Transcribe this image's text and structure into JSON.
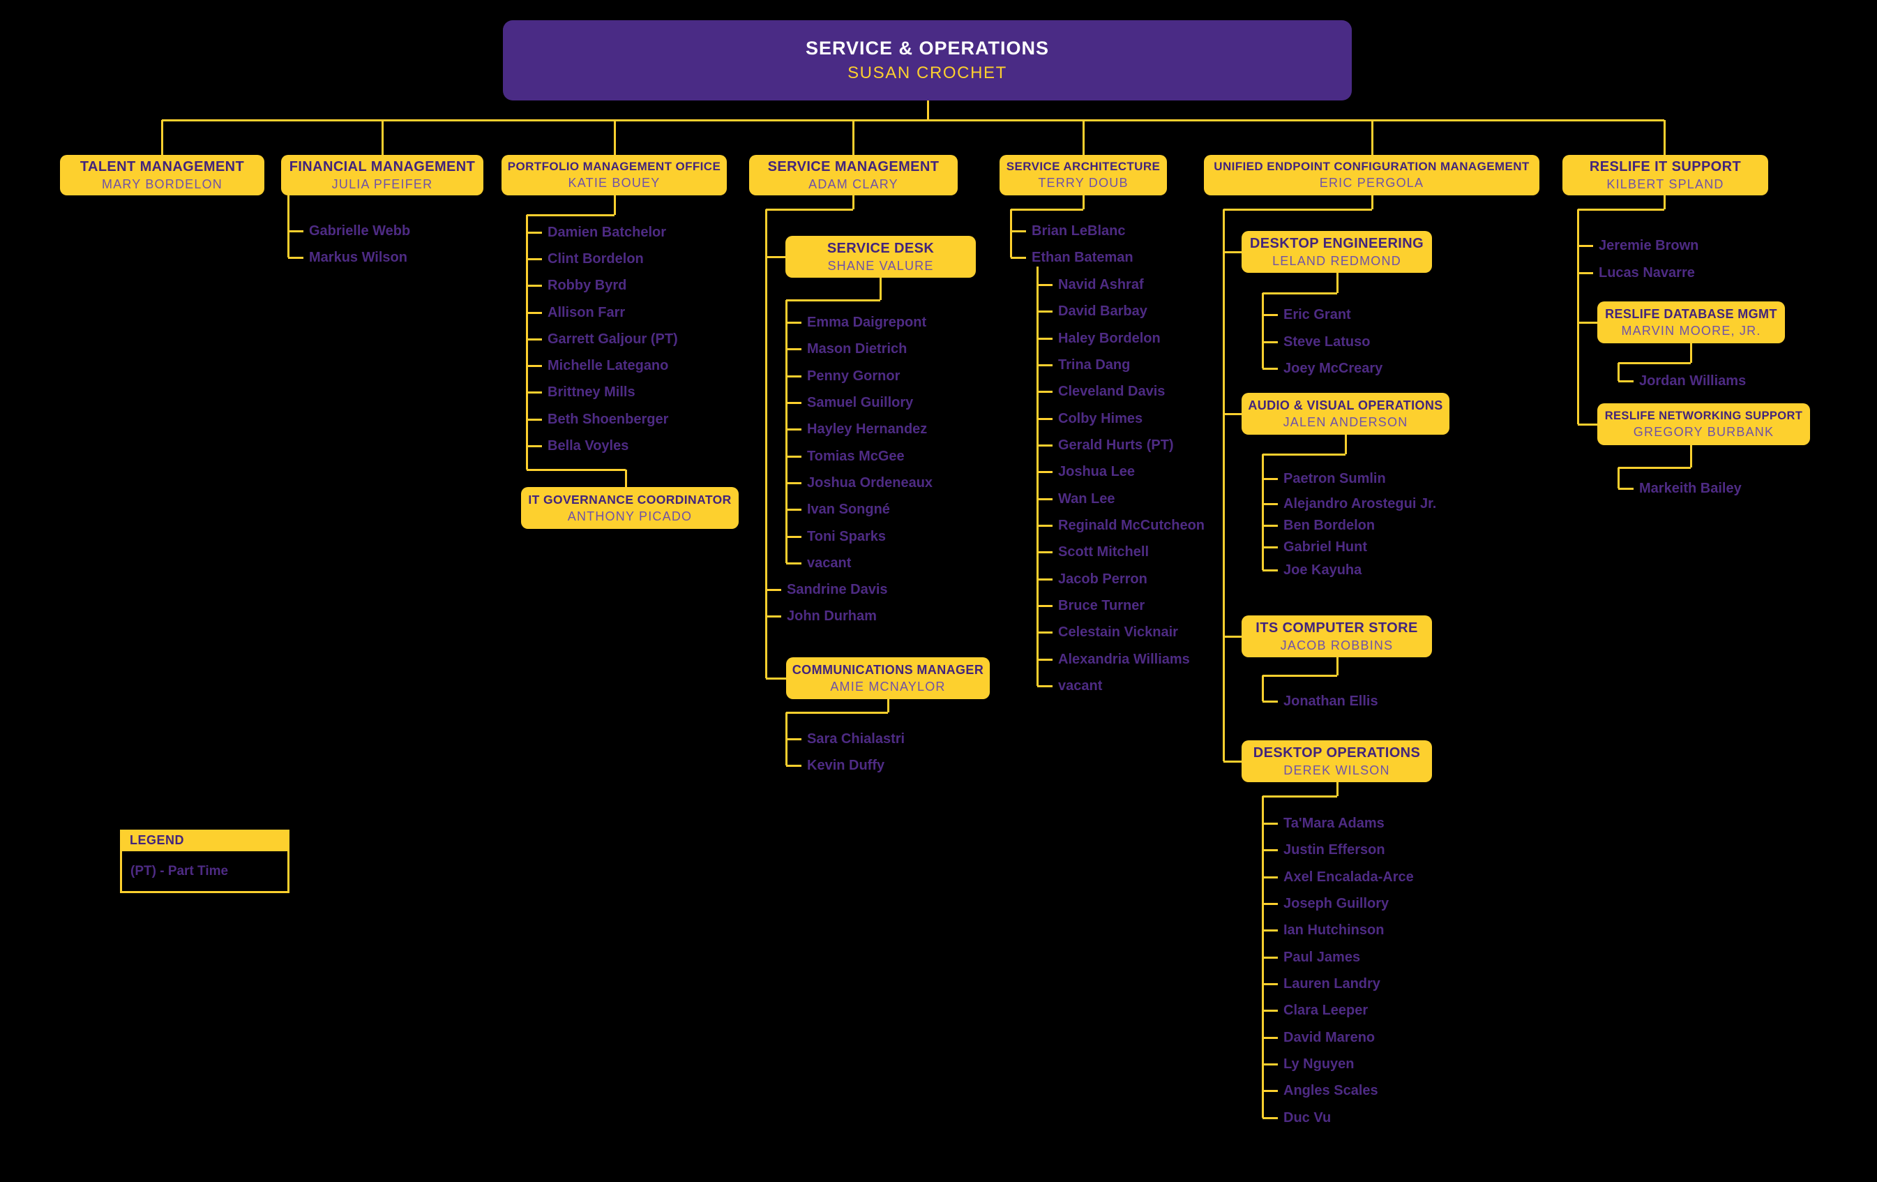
{
  "colors": {
    "purple": "#4A2B85",
    "gold": "#FDD02E",
    "box_title_text": "#42247C",
    "box_subname_text": "#6F51A8",
    "member_text": "#4E2B84",
    "background": "#000000",
    "root_title_text": "#FFFFFF"
  },
  "legend": {
    "title": "LEGEND",
    "entry": "(PT) - Part Time"
  },
  "org": {
    "root": {
      "title": "SERVICE & OPERATIONS",
      "name": "SUSAN CROCHET"
    },
    "top_row": [
      {
        "id": "talent",
        "title": "TALENT MANAGEMENT",
        "name": "MARY BORDELON"
      },
      {
        "id": "financial",
        "title": "FINANCIAL MANAGEMENT",
        "name": "JULIA PFEIFER"
      },
      {
        "id": "pmo",
        "title": "PORTFOLIO MANAGEMENT OFFICE",
        "name": "KATIE BOUEY"
      },
      {
        "id": "svcmgmt",
        "title": "SERVICE MANAGEMENT",
        "name": "ADAM CLARY"
      },
      {
        "id": "svcarch",
        "title": "SERVICE ARCHITECTURE",
        "name": "TERRY DOUB"
      },
      {
        "id": "uecm",
        "title": "UNIFIED ENDPOINT CONFIGURATION MANAGEMENT",
        "name": "ERIC PERGOLA"
      },
      {
        "id": "reslife",
        "title": "RESLIFE IT SUPPORT",
        "name": "KILBERT SPLAND"
      }
    ],
    "sub_boxes": [
      {
        "id": "itgov",
        "title": "IT GOVERNANCE COORDINATOR",
        "name": "ANTHONY PICADO"
      },
      {
        "id": "svcdesk",
        "title": "SERVICE DESK",
        "name": "SHANE VALURE"
      },
      {
        "id": "comms",
        "title": "COMMUNICATIONS MANAGER",
        "name": "AMIE MCNAYLOR"
      },
      {
        "id": "deskeng",
        "title": "DESKTOP ENGINEERING",
        "name": "LELAND REDMOND"
      },
      {
        "id": "av",
        "title": "AUDIO & VISUAL OPERATIONS",
        "name": "JALEN ANDERSON"
      },
      {
        "id": "store",
        "title": "ITS COMPUTER STORE",
        "name": "JACOB ROBBINS"
      },
      {
        "id": "deskops",
        "title": "DESKTOP OPERATIONS",
        "name": "DEREK WILSON"
      },
      {
        "id": "resdb",
        "title": "RESLIFE DATABASE MGMT",
        "name": "MARVIN MOORE, JR."
      },
      {
        "id": "resnet",
        "title": "RESLIFE NETWORKING SUPPORT",
        "name": "GREGORY BURBANK"
      }
    ],
    "member_lists": {
      "financial": [
        "Gabrielle Webb",
        "Markus Wilson"
      ],
      "pmo": [
        "Damien Batchelor",
        "Clint Bordelon",
        "Robby Byrd",
        "Allison Farr",
        "Garrett Galjour (PT)",
        "Michelle Lategano",
        "Brittney Mills",
        "Beth Shoenberger",
        "Bella Voyles"
      ],
      "svcmgmt": [
        "Sandrine Davis",
        "John Durham"
      ],
      "svcdesk": [
        "Emma Daigrepont",
        "Mason Dietrich",
        "Penny Gornor",
        "Samuel Guillory",
        "Hayley Hernandez",
        "Tomias McGee",
        "Joshua Ordeneaux",
        "Ivan Songné",
        "Toni Sparks",
        "vacant"
      ],
      "comms": [
        "Sara Chialastri",
        "Kevin Duffy"
      ],
      "svcarch": [
        "Brian LeBlanc",
        "Ethan Bateman"
      ],
      "ethan": [
        "Navid Ashraf",
        "David Barbay",
        "Haley Bordelon",
        "Trina Dang",
        "Cleveland Davis",
        "Colby Himes",
        "Gerald Hurts (PT)",
        "Joshua Lee",
        "Wan Lee",
        "Reginald McCutcheon",
        "Scott Mitchell",
        "Jacob Perron",
        "Bruce Turner",
        "Celestain Vicknair",
        "Alexandria Williams",
        "vacant"
      ],
      "deskeng": [
        "Eric Grant",
        "Steve Latuso",
        "Joey McCreary"
      ],
      "av": [
        "Paetron Sumlin",
        "Alejandro Arostegui Jr.",
        "Ben Bordelon",
        "Gabriel Hunt",
        "Joe Kayuha"
      ],
      "store": [
        "Jonathan Ellis"
      ],
      "deskops": [
        "Ta'Mara Adams",
        "Justin Efferson",
        "Axel Encalada-Arce",
        "Joseph Guillory",
        "Ian Hutchinson",
        "Paul James",
        "Lauren Landry",
        "Clara Leeper",
        "David Mareno",
        "Ly Nguyen",
        "Angles Scales",
        "Duc Vu"
      ],
      "reslife": [
        "Jeremie Brown",
        "Lucas Navarre"
      ],
      "resdb": [
        "Jordan Williams"
      ],
      "resnet": [
        "Markeith Bailey"
      ]
    }
  }
}
